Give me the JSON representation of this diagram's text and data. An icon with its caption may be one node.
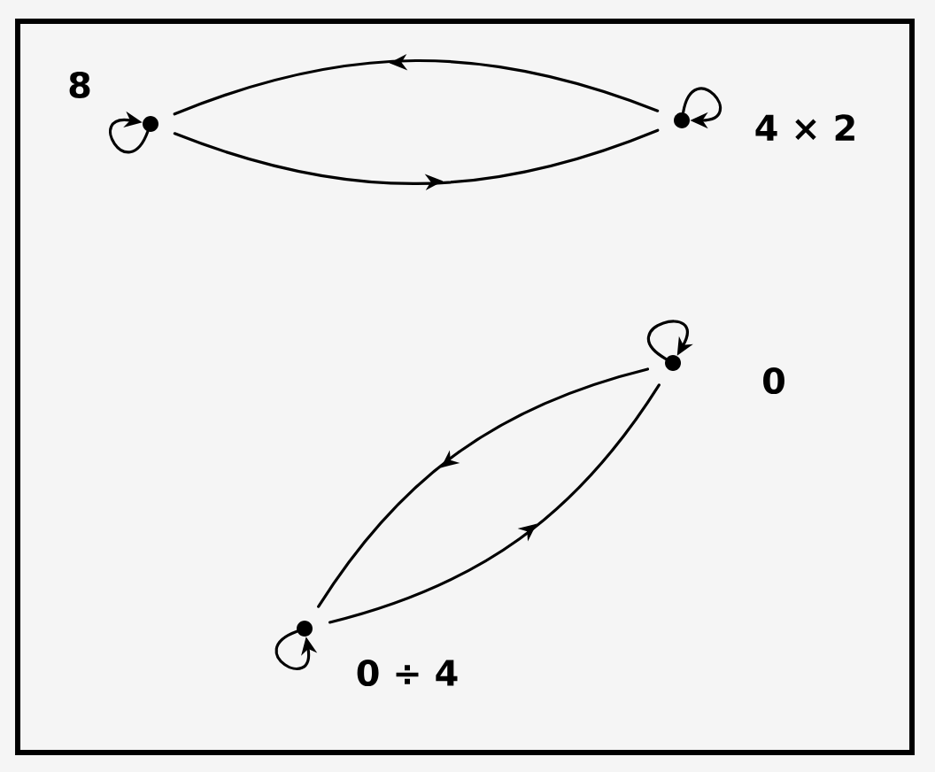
{
  "diagram": {
    "nodes": [
      {
        "text": [],
        "shape": "circle",
        "beside": [
          "8"
        ]
      },
      {
        "text": [],
        "shape": "circle",
        "beside": [
          "4 × 2"
        ]
      },
      {
        "text": [],
        "shape": "circle",
        "beside": [
          "0"
        ]
      },
      {
        "text": [],
        "shape": "circle",
        "beside": [
          "0 ÷ 4"
        ]
      }
    ],
    "edges": [
      {
        "from": 1,
        "to": 0,
        "arrow": "to"
      },
      {
        "from": 0,
        "to": 1,
        "arrow": "to"
      },
      {
        "from": 0,
        "to": 0,
        "arrow": "to"
      },
      {
        "from": 1,
        "to": 1,
        "arrow": "to"
      },
      {
        "from": 2,
        "to": 3,
        "arrow": "to"
      },
      {
        "from": 3,
        "to": 2,
        "arrow": "to"
      },
      {
        "from": 2,
        "to": 2,
        "arrow": "to"
      },
      {
        "from": 3,
        "to": 3,
        "arrow": "to"
      }
    ]
  }
}
